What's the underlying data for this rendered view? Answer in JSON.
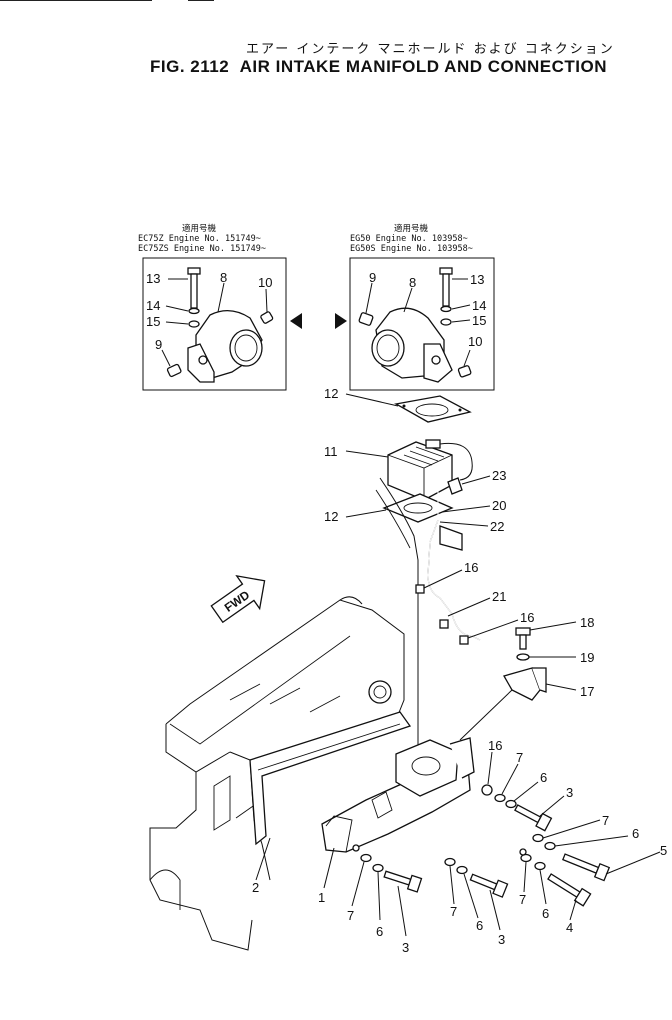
{
  "title_jp": "エアー インテーク マニホールド および コネクション",
  "fig_number": "FIG. 2112",
  "fig_title": "AIR INTAKE MANIFOLD AND CONNECTION",
  "left_box": {
    "header": "適用号機",
    "line1": "EC75Z  Engine  No. 151749~",
    "line2": "EC75ZS Engine  No. 151749~"
  },
  "right_box": {
    "header": "適用号機",
    "line1": "EG50   Engine  No. 103958~",
    "line2": "EG50S  Engine  No. 103958~"
  },
  "fwd_label": "FWD",
  "callouts": {
    "lb13": "13",
    "lb14": "14",
    "lb15": "15",
    "lb8": "8",
    "lb10": "10",
    "lb9": "9",
    "rb9": "9",
    "rb8": "8",
    "rb13": "13",
    "rb14": "14",
    "rb15": "15",
    "rb10": "10",
    "c12a": "12",
    "c11": "11",
    "c23": "23",
    "c20": "20",
    "c12b": "12",
    "c22": "22",
    "c16a": "16",
    "c21": "21",
    "c16b": "16",
    "c18": "18",
    "c19": "19",
    "c17": "17",
    "c16c": "16",
    "c7a": "7",
    "c6a": "6",
    "c3a": "3",
    "c7b": "7",
    "c6b": "6",
    "c5": "5",
    "c2": "2",
    "c1": "1",
    "c7c": "7",
    "c6c": "6",
    "c3b": "3",
    "c7d": "7",
    "c6d": "6",
    "c3c": "3",
    "c7e": "7",
    "c6e": "6",
    "c4": "4"
  }
}
